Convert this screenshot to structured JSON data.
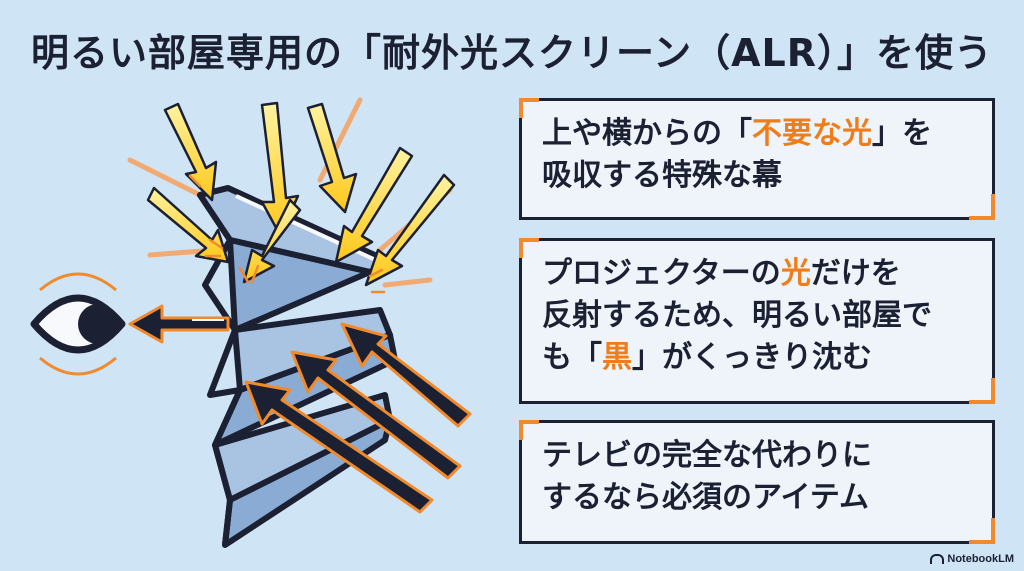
{
  "title": "明るい部屋専用の「耐外光スクリーン（ALR）」を使う",
  "cards": [
    {
      "parts": [
        {
          "text": "上や横からの「",
          "hl": false
        },
        {
          "text": "不要な光",
          "hl": true
        },
        {
          "text": "」を",
          "hl": false
        },
        {
          "text": "\n吸収する特殊な幕",
          "hl": false
        }
      ]
    },
    {
      "parts": [
        {
          "text": "プロジェクターの",
          "hl": false
        },
        {
          "text": "光",
          "hl": true
        },
        {
          "text": "だけを",
          "hl": false
        },
        {
          "text": "\n反射するため、明るい部屋で",
          "hl": false
        },
        {
          "text": "\nも「",
          "hl": false
        },
        {
          "text": "黒",
          "hl": true
        },
        {
          "text": "」がくっきり沈む",
          "hl": false
        }
      ]
    },
    {
      "parts": [
        {
          "text": "テレビの完全な代わりに",
          "hl": false
        },
        {
          "text": "\nするなら必須のアイテム",
          "hl": false
        }
      ]
    }
  ],
  "footer": {
    "brand": "NotebookLM"
  },
  "colors": {
    "background": "#cfe4f5",
    "navy": "#1c2033",
    "orange": "#f07d1c",
    "yellow": "#ffd21e",
    "screen": "#94b4d8"
  },
  "icons": [
    "eye-icon",
    "notebooklm-logo-icon"
  ]
}
